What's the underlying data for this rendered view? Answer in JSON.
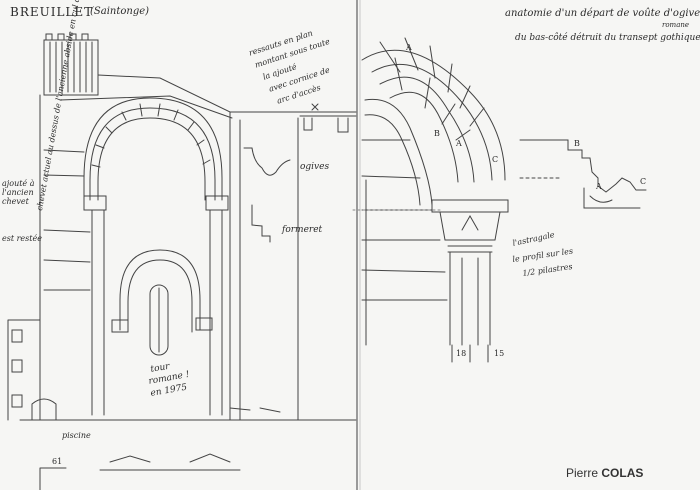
{
  "left_page": {
    "title": "BREUILLET",
    "subtitle": "(Saintonge)",
    "vertical_note": "chevet actuel au dessus de l'ancienne abside en cul de four",
    "side_note": [
      "ajouté à l'ancien chevet",
      "est restée"
    ],
    "cornice_note": [
      "ressauts en plan",
      "montant sous toute",
      "la ajouté",
      "avec cornice de",
      "arc d'accès"
    ],
    "ogive_label": "ogives",
    "profile_label": "formeret",
    "romanesque_note": [
      "tour",
      "romane !",
      "en 1975"
    ],
    "piscine_label": "piscine",
    "dimension": "61"
  },
  "right_page": {
    "heading": [
      "anatomie d'un départ de voûte d'ogive",
      "du bas-côté détruit du transept gothique"
    ],
    "heading_extra": "romane",
    "voussoir_labels": [
      "A",
      "B",
      "A",
      "C"
    ],
    "profile_labels": [
      "B",
      "A",
      "C"
    ],
    "capital_note": [
      "l'astragale",
      "le profil sur les",
      "1/2 pilastres"
    ],
    "dimensions": [
      "18",
      "15"
    ]
  },
  "credit": {
    "first": "Pierre",
    "last": "COLAS"
  }
}
